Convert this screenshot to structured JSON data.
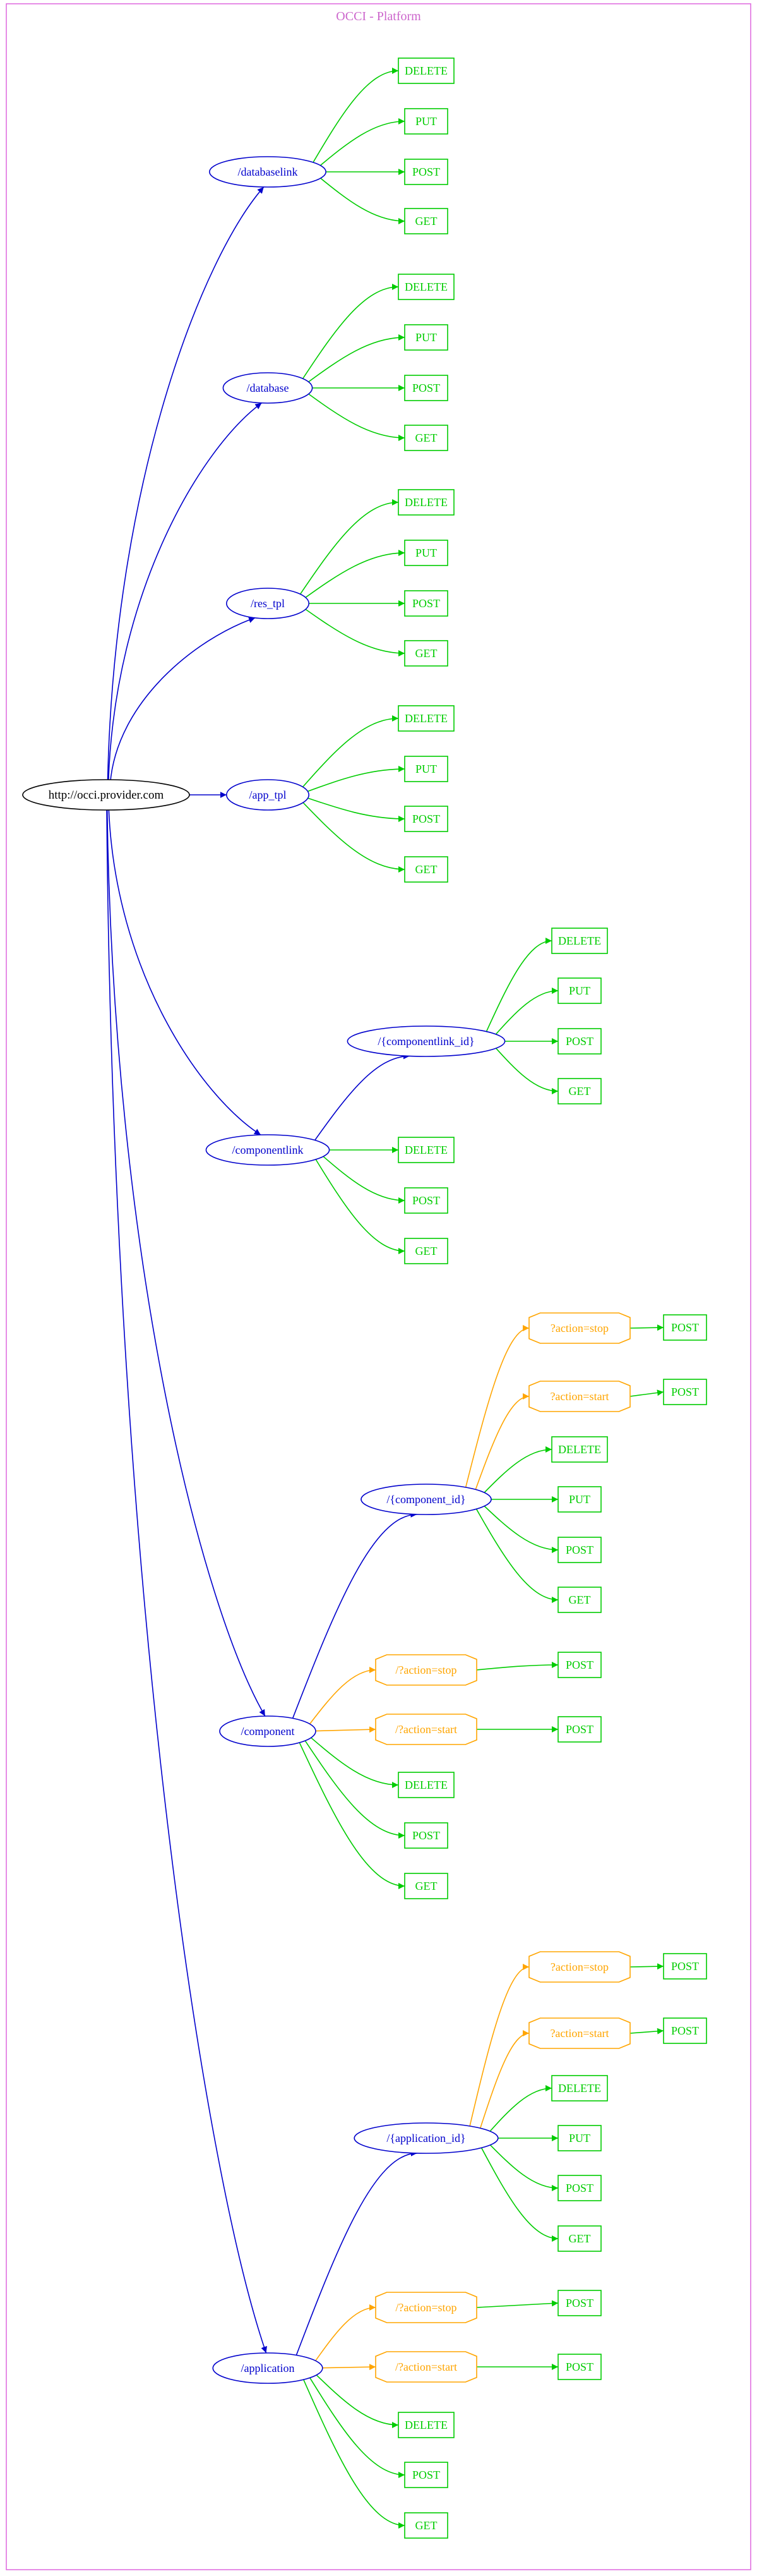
{
  "title": "OCCI - Platform",
  "colors": {
    "frame": "#dd66dd",
    "root": "#000000",
    "resource": "#0000cc",
    "method": "#00cc00",
    "action": "#ffa500"
  },
  "root": {
    "id": "root",
    "label": "http://occi.provider.com"
  },
  "nodes": [
    {
      "id": "databaselink",
      "label": "/databaselink",
      "kind": "resource"
    },
    {
      "id": "dbl_delete",
      "label": "DELETE",
      "kind": "method"
    },
    {
      "id": "dbl_put",
      "label": "PUT",
      "kind": "method"
    },
    {
      "id": "dbl_post",
      "label": "POST",
      "kind": "method"
    },
    {
      "id": "dbl_get",
      "label": "GET",
      "kind": "method"
    },
    {
      "id": "database",
      "label": "/database",
      "kind": "resource"
    },
    {
      "id": "db_delete",
      "label": "DELETE",
      "kind": "method"
    },
    {
      "id": "db_put",
      "label": "PUT",
      "kind": "method"
    },
    {
      "id": "db_post",
      "label": "POST",
      "kind": "method"
    },
    {
      "id": "db_get",
      "label": "GET",
      "kind": "method"
    },
    {
      "id": "res_tpl",
      "label": "/res_tpl",
      "kind": "resource"
    },
    {
      "id": "rt_delete",
      "label": "DELETE",
      "kind": "method"
    },
    {
      "id": "rt_put",
      "label": "PUT",
      "kind": "method"
    },
    {
      "id": "rt_post",
      "label": "POST",
      "kind": "method"
    },
    {
      "id": "rt_get",
      "label": "GET",
      "kind": "method"
    },
    {
      "id": "app_tpl",
      "label": "/app_tpl",
      "kind": "resource"
    },
    {
      "id": "at_delete",
      "label": "DELETE",
      "kind": "method"
    },
    {
      "id": "at_put",
      "label": "PUT",
      "kind": "method"
    },
    {
      "id": "at_post",
      "label": "POST",
      "kind": "method"
    },
    {
      "id": "at_get",
      "label": "GET",
      "kind": "method"
    },
    {
      "id": "componentlink",
      "label": "/componentlink",
      "kind": "resource"
    },
    {
      "id": "cl_delete",
      "label": "DELETE",
      "kind": "method"
    },
    {
      "id": "cl_post",
      "label": "POST",
      "kind": "method"
    },
    {
      "id": "cl_get",
      "label": "GET",
      "kind": "method"
    },
    {
      "id": "componentlink_id",
      "label": "/{componentlink_id}",
      "kind": "resource"
    },
    {
      "id": "cli_delete",
      "label": "DELETE",
      "kind": "method"
    },
    {
      "id": "cli_put",
      "label": "PUT",
      "kind": "method"
    },
    {
      "id": "cli_post",
      "label": "POST",
      "kind": "method"
    },
    {
      "id": "cli_get",
      "label": "GET",
      "kind": "method"
    },
    {
      "id": "component",
      "label": "/component",
      "kind": "resource"
    },
    {
      "id": "c_stop",
      "label": "/?action=stop",
      "kind": "action"
    },
    {
      "id": "c_stop_post",
      "label": "POST",
      "kind": "method"
    },
    {
      "id": "c_start",
      "label": "/?action=start",
      "kind": "action"
    },
    {
      "id": "c_start_post",
      "label": "POST",
      "kind": "method"
    },
    {
      "id": "c_delete",
      "label": "DELETE",
      "kind": "method"
    },
    {
      "id": "c_post",
      "label": "POST",
      "kind": "method"
    },
    {
      "id": "c_get",
      "label": "GET",
      "kind": "method"
    },
    {
      "id": "component_id",
      "label": "/{component_id}",
      "kind": "resource"
    },
    {
      "id": "ci_stop",
      "label": "?action=stop",
      "kind": "action"
    },
    {
      "id": "ci_stop_post",
      "label": "POST",
      "kind": "method"
    },
    {
      "id": "ci_start",
      "label": "?action=start",
      "kind": "action"
    },
    {
      "id": "ci_start_post",
      "label": "POST",
      "kind": "method"
    },
    {
      "id": "ci_delete",
      "label": "DELETE",
      "kind": "method"
    },
    {
      "id": "ci_put",
      "label": "PUT",
      "kind": "method"
    },
    {
      "id": "ci_post",
      "label": "POST",
      "kind": "method"
    },
    {
      "id": "ci_get",
      "label": "GET",
      "kind": "method"
    },
    {
      "id": "application",
      "label": "/application",
      "kind": "resource"
    },
    {
      "id": "a_stop",
      "label": "/?action=stop",
      "kind": "action"
    },
    {
      "id": "a_stop_post",
      "label": "POST",
      "kind": "method"
    },
    {
      "id": "a_start",
      "label": "/?action=start",
      "kind": "action"
    },
    {
      "id": "a_start_post",
      "label": "POST",
      "kind": "method"
    },
    {
      "id": "a_delete",
      "label": "DELETE",
      "kind": "method"
    },
    {
      "id": "a_post",
      "label": "POST",
      "kind": "method"
    },
    {
      "id": "a_get",
      "label": "GET",
      "kind": "method"
    },
    {
      "id": "application_id",
      "label": "/{application_id}",
      "kind": "resource"
    },
    {
      "id": "ai_stop",
      "label": "?action=stop",
      "kind": "action"
    },
    {
      "id": "ai_stop_post",
      "label": "POST",
      "kind": "method"
    },
    {
      "id": "ai_start",
      "label": "?action=start",
      "kind": "action"
    },
    {
      "id": "ai_start_post",
      "label": "POST",
      "kind": "method"
    },
    {
      "id": "ai_delete",
      "label": "DELETE",
      "kind": "method"
    },
    {
      "id": "ai_put",
      "label": "PUT",
      "kind": "method"
    },
    {
      "id": "ai_post",
      "label": "POST",
      "kind": "method"
    },
    {
      "id": "ai_get",
      "label": "GET",
      "kind": "method"
    }
  ],
  "edges": [
    [
      "root",
      "databaselink"
    ],
    [
      "root",
      "database"
    ],
    [
      "root",
      "res_tpl"
    ],
    [
      "root",
      "app_tpl"
    ],
    [
      "root",
      "componentlink"
    ],
    [
      "root",
      "component"
    ],
    [
      "root",
      "application"
    ],
    [
      "databaselink",
      "dbl_delete"
    ],
    [
      "databaselink",
      "dbl_put"
    ],
    [
      "databaselink",
      "dbl_post"
    ],
    [
      "databaselink",
      "dbl_get"
    ],
    [
      "database",
      "db_delete"
    ],
    [
      "database",
      "db_put"
    ],
    [
      "database",
      "db_post"
    ],
    [
      "database",
      "db_get"
    ],
    [
      "res_tpl",
      "rt_delete"
    ],
    [
      "res_tpl",
      "rt_put"
    ],
    [
      "res_tpl",
      "rt_post"
    ],
    [
      "res_tpl",
      "rt_get"
    ],
    [
      "app_tpl",
      "at_delete"
    ],
    [
      "app_tpl",
      "at_put"
    ],
    [
      "app_tpl",
      "at_post"
    ],
    [
      "app_tpl",
      "at_get"
    ],
    [
      "componentlink",
      "componentlink_id"
    ],
    [
      "componentlink",
      "cl_delete"
    ],
    [
      "componentlink",
      "cl_post"
    ],
    [
      "componentlink",
      "cl_get"
    ],
    [
      "componentlink_id",
      "cli_delete"
    ],
    [
      "componentlink_id",
      "cli_put"
    ],
    [
      "componentlink_id",
      "cli_post"
    ],
    [
      "componentlink_id",
      "cli_get"
    ],
    [
      "component",
      "component_id"
    ],
    [
      "component",
      "c_stop"
    ],
    [
      "component",
      "c_start"
    ],
    [
      "component",
      "c_delete"
    ],
    [
      "component",
      "c_post"
    ],
    [
      "component",
      "c_get"
    ],
    [
      "c_stop",
      "c_stop_post"
    ],
    [
      "c_start",
      "c_start_post"
    ],
    [
      "component_id",
      "ci_stop"
    ],
    [
      "component_id",
      "ci_start"
    ],
    [
      "component_id",
      "ci_delete"
    ],
    [
      "component_id",
      "ci_put"
    ],
    [
      "component_id",
      "ci_post"
    ],
    [
      "component_id",
      "ci_get"
    ],
    [
      "ci_stop",
      "ci_stop_post"
    ],
    [
      "ci_start",
      "ci_start_post"
    ],
    [
      "application",
      "application_id"
    ],
    [
      "application",
      "a_stop"
    ],
    [
      "application",
      "a_start"
    ],
    [
      "application",
      "a_delete"
    ],
    [
      "application",
      "a_post"
    ],
    [
      "application",
      "a_get"
    ],
    [
      "a_stop",
      "a_stop_post"
    ],
    [
      "a_start",
      "a_start_post"
    ],
    [
      "application_id",
      "ai_stop"
    ],
    [
      "application_id",
      "ai_start"
    ],
    [
      "application_id",
      "ai_delete"
    ],
    [
      "application_id",
      "ai_put"
    ],
    [
      "application_id",
      "ai_post"
    ],
    [
      "application_id",
      "ai_get"
    ],
    [
      "ai_stop",
      "ai_stop_post"
    ],
    [
      "ai_start",
      "ai_start_post"
    ]
  ]
}
